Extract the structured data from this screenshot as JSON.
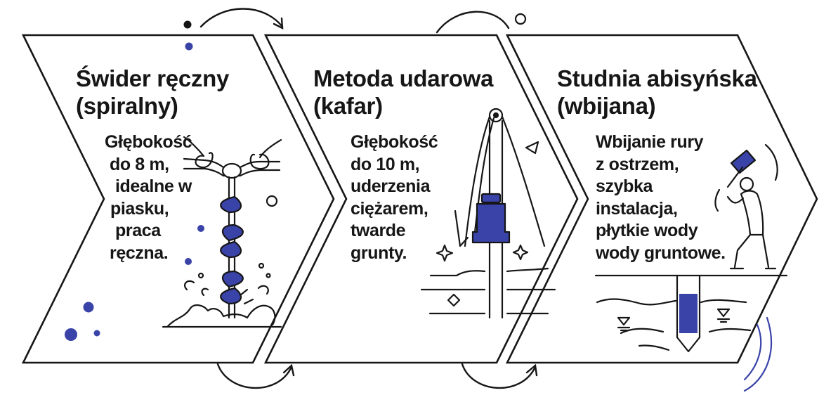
{
  "colors": {
    "ink": "#161616",
    "accent": "#3a43a8",
    "background": "#ffffff"
  },
  "panels": [
    {
      "id": "hand-auger",
      "title_lines": [
        "Świder ręczny",
        "(spiralny)"
      ],
      "desc_lines": [
        "Głębokość",
        "do 8 m,",
        "idealne w",
        "piasku,",
        "praca",
        "ręczna."
      ],
      "icon": "hand-auger-icon"
    },
    {
      "id": "percussion",
      "title_lines": [
        "Metoda udarowa",
        "(kafar)"
      ],
      "desc_lines": [
        "Głębokość",
        "do 10 m,",
        "uderzenia",
        "ciężarem,",
        "twarde",
        "grunty."
      ],
      "icon": "pile-driver-icon"
    },
    {
      "id": "driven-well",
      "title_lines": [
        "Studnia abisyńska",
        "(wbijana)"
      ],
      "desc_lines": [
        "Wbijanie rury",
        "z ostrzem,",
        "szybka",
        "instalacja,",
        "płytkie wody",
        "wody gruntowe."
      ],
      "icon": "driven-well-icon"
    }
  ]
}
